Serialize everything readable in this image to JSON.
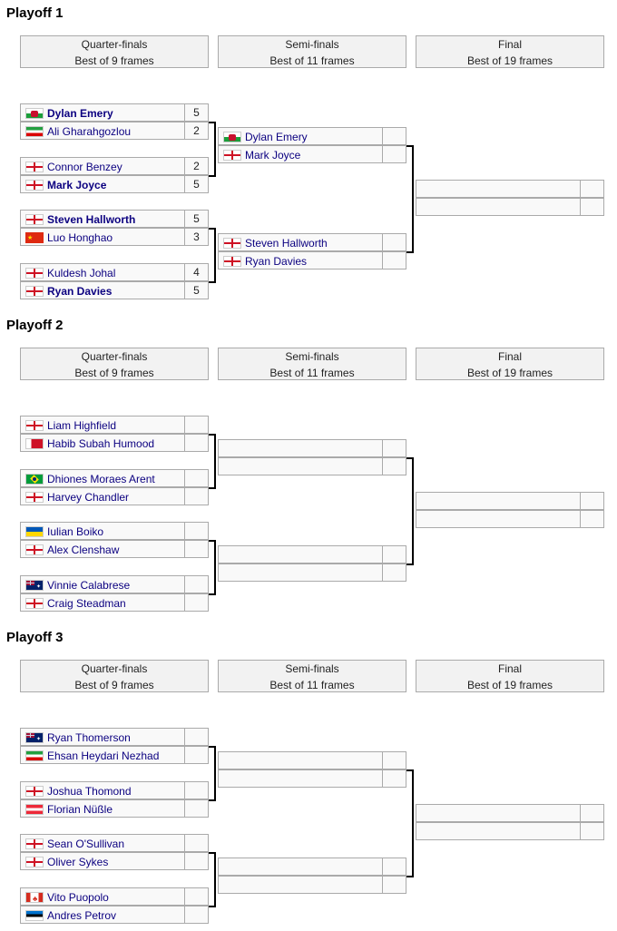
{
  "playoffs": [
    {
      "title": "Playoff 1",
      "rounds": [
        {
          "name": "Quarter-finals",
          "format": "Best of 9 frames"
        },
        {
          "name": "Semi-finals",
          "format": "Best of 11 frames"
        },
        {
          "name": "Final",
          "format": "Best of 19 frames"
        }
      ],
      "qf": [
        [
          {
            "name": "Dylan Emery",
            "flag": "wales-flag-icon",
            "score": "5",
            "winner": true
          },
          {
            "name": "Ali Gharahgozlou",
            "flag": "iran-flag-icon",
            "score": "2",
            "winner": false
          }
        ],
        [
          {
            "name": "Connor Benzey",
            "flag": "england-flag-icon",
            "score": "2",
            "winner": false
          },
          {
            "name": "Mark Joyce",
            "flag": "england-flag-icon",
            "score": "5",
            "winner": true
          }
        ],
        [
          {
            "name": "Steven Hallworth",
            "flag": "england-flag-icon",
            "score": "5",
            "winner": true
          },
          {
            "name": "Luo Honghao",
            "flag": "china-flag-icon",
            "score": "3",
            "winner": false
          }
        ],
        [
          {
            "name": "Kuldesh Johal",
            "flag": "england-flag-icon",
            "score": "4",
            "winner": false
          },
          {
            "name": "Ryan Davies",
            "flag": "england-flag-icon",
            "score": "5",
            "winner": true
          }
        ]
      ],
      "sf": [
        [
          {
            "name": "Dylan Emery",
            "flag": "wales-flag-icon",
            "score": ""
          },
          {
            "name": "Mark Joyce",
            "flag": "england-flag-icon",
            "score": ""
          }
        ],
        [
          {
            "name": "Steven Hallworth",
            "flag": "england-flag-icon",
            "score": ""
          },
          {
            "name": "Ryan Davies",
            "flag": "england-flag-icon",
            "score": ""
          }
        ]
      ],
      "final": [
        {
          "name": "",
          "score": ""
        },
        {
          "name": "",
          "score": ""
        }
      ]
    },
    {
      "title": "Playoff 2",
      "rounds": [
        {
          "name": "Quarter-finals",
          "format": "Best of 9 frames"
        },
        {
          "name": "Semi-finals",
          "format": "Best of 11 frames"
        },
        {
          "name": "Final",
          "format": "Best of 19 frames"
        }
      ],
      "qf": [
        [
          {
            "name": "Liam Highfield",
            "flag": "england-flag-icon",
            "score": "",
            "winner": false
          },
          {
            "name": "Habib Subah Humood",
            "flag": "bahrain-flag-icon",
            "score": "",
            "winner": false
          }
        ],
        [
          {
            "name": "Dhiones Moraes Arent",
            "flag": "brazil-flag-icon",
            "score": "",
            "winner": false
          },
          {
            "name": "Harvey Chandler",
            "flag": "england-flag-icon",
            "score": "",
            "winner": false
          }
        ],
        [
          {
            "name": "Iulian Boiko",
            "flag": "ukraine-flag-icon",
            "score": "",
            "winner": false
          },
          {
            "name": "Alex Clenshaw",
            "flag": "england-flag-icon",
            "score": "",
            "winner": false
          }
        ],
        [
          {
            "name": "Vinnie Calabrese",
            "flag": "australia-flag-icon",
            "score": "",
            "winner": false
          },
          {
            "name": "Craig Steadman",
            "flag": "england-flag-icon",
            "score": "",
            "winner": false
          }
        ]
      ],
      "sf": [
        [
          {
            "name": "",
            "score": ""
          },
          {
            "name": "",
            "score": ""
          }
        ],
        [
          {
            "name": "",
            "score": ""
          },
          {
            "name": "",
            "score": ""
          }
        ]
      ],
      "final": [
        {
          "name": "",
          "score": ""
        },
        {
          "name": "",
          "score": ""
        }
      ]
    },
    {
      "title": "Playoff 3",
      "rounds": [
        {
          "name": "Quarter-finals",
          "format": "Best of 9 frames"
        },
        {
          "name": "Semi-finals",
          "format": "Best of 11 frames"
        },
        {
          "name": "Final",
          "format": "Best of 19 frames"
        }
      ],
      "qf": [
        [
          {
            "name": "Ryan Thomerson",
            "flag": "australia-flag-icon",
            "score": "",
            "winner": false
          },
          {
            "name": "Ehsan Heydari Nezhad",
            "flag": "iran-flag-icon",
            "score": "",
            "winner": false
          }
        ],
        [
          {
            "name": "Joshua Thomond",
            "flag": "england-flag-icon",
            "score": "",
            "winner": false
          },
          {
            "name": "Florian Nüßle",
            "flag": "austria-flag-icon",
            "score": "",
            "winner": false
          }
        ],
        [
          {
            "name": "Sean O'Sullivan",
            "flag": "england-flag-icon",
            "score": "",
            "winner": false
          },
          {
            "name": "Oliver Sykes",
            "flag": "england-flag-icon",
            "score": "",
            "winner": false
          }
        ],
        [
          {
            "name": "Vito Puopolo",
            "flag": "canada-flag-icon",
            "score": "",
            "winner": false
          },
          {
            "name": "Andres Petrov",
            "flag": "estonia-flag-icon",
            "score": "",
            "winner": false
          }
        ]
      ],
      "sf": [
        [
          {
            "name": "",
            "score": ""
          },
          {
            "name": "",
            "score": ""
          }
        ],
        [
          {
            "name": "",
            "score": ""
          },
          {
            "name": "",
            "score": ""
          }
        ]
      ],
      "final": [
        {
          "name": "",
          "score": ""
        },
        {
          "name": "",
          "score": ""
        }
      ]
    }
  ]
}
